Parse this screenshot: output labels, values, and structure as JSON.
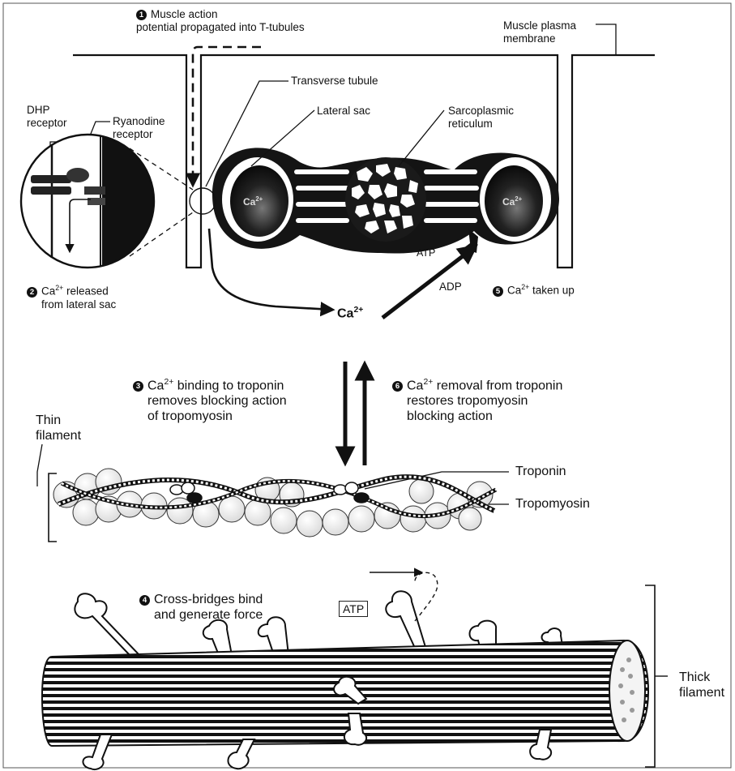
{
  "steps": {
    "s1": {
      "num": "1",
      "line1": "Muscle action",
      "line2": "potential propagated into T-tubules"
    },
    "s2": {
      "num": "2",
      "ion": "Ca",
      "charge": "2+",
      "line1_rest": " released",
      "line2": "from lateral sac"
    },
    "s3": {
      "num": "3",
      "ion": "Ca",
      "charge": "2+",
      "line1_rest": " binding to troponin",
      "line2": "removes blocking action",
      "line3": "of tropomyosin"
    },
    "s4": {
      "num": "4",
      "line1": "Cross-bridges bind",
      "line2": "and generate force"
    },
    "s5": {
      "num": "5",
      "ion": "Ca",
      "charge": "2+",
      "rest": " taken up"
    },
    "s6": {
      "num": "6",
      "ion": "Ca",
      "charge": "2+",
      "line1_rest": " removal from troponin",
      "line2": "restores tropomyosin",
      "line3": "blocking action"
    }
  },
  "labels": {
    "membrane_1": "Muscle plasma",
    "membrane_2": "membrane",
    "transverse_tubule": "Transverse tubule",
    "lateral_sac": "Lateral sac",
    "sr_1": "Sarcoplasmic",
    "sr_2": "reticulum",
    "dhp_1": "DHP",
    "dhp_2": "receptor",
    "ryr_1": "Ryanodine",
    "ryr_2": "receptor",
    "atp_pump": "ATP",
    "adp": "ADP",
    "ca_center_ion": "Ca",
    "ca_center_charge": "2+",
    "sac_ion_left": "Ca",
    "sac_ion_right": "Ca",
    "sac_charge": "2+",
    "thin_1": "Thin",
    "thin_2": "filament",
    "troponin": "Troponin",
    "tropomyosin": "Tropomyosin",
    "atp_box": "ATP",
    "thick_1": "Thick",
    "thick_2": "filament"
  }
}
